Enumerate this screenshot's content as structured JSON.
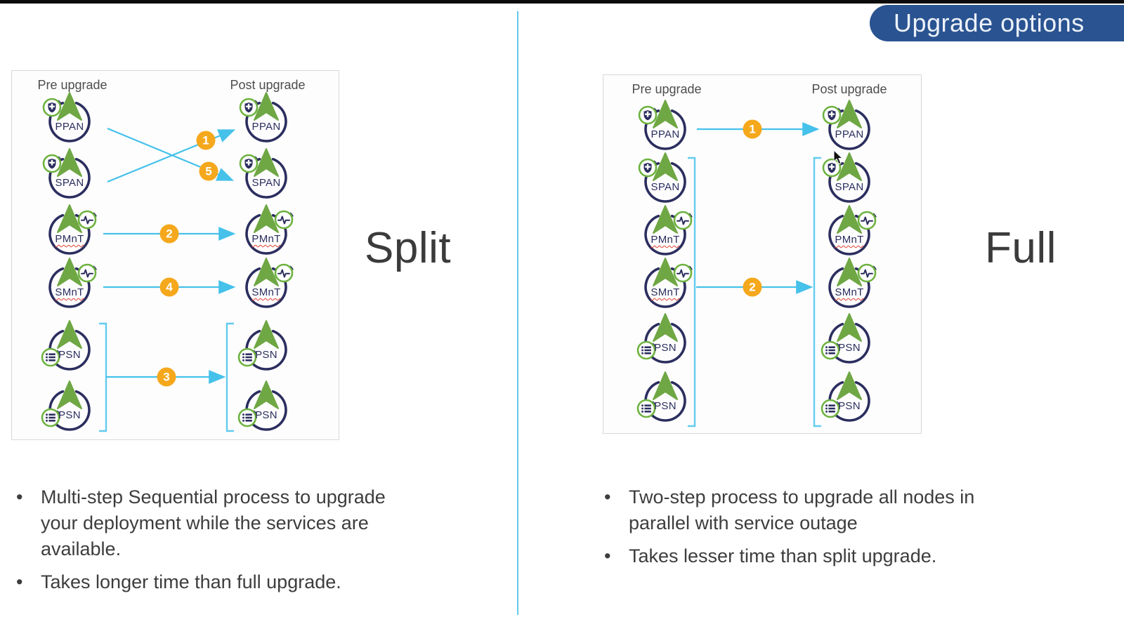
{
  "banner": {
    "label": "Upgrade options"
  },
  "icons": {
    "admin_badge": "shield-icon",
    "monitoring_badge": "pulse-icon",
    "psn_badge": "list-icon",
    "node_logo": "ise-arrow-icon",
    "step_marker": "numbered-circle-badge",
    "pointer": "mouse-cursor-icon"
  },
  "colors": {
    "banner_blue": "#2a5391",
    "node_green": "#6fa744",
    "node_navy": "#2b2e5e",
    "badge_ring_green": "#6db23f",
    "arrow_blue": "#45c1ea",
    "bracket_cyan": "#62cbee",
    "step_orange": "#f5a81c",
    "divider_cyan": "#62c9ee",
    "spellcheck_red": "#e0402f"
  },
  "panels": {
    "split": {
      "title": "Split",
      "pre_header": "Pre upgrade",
      "post_header": "Post upgrade",
      "nodes": [
        {
          "label": "PPAN",
          "type": "admin",
          "spellcheck_underline": false
        },
        {
          "label": "SPAN",
          "type": "admin",
          "spellcheck_underline": false
        },
        {
          "label": "PMnT",
          "type": "monitoring",
          "spellcheck_underline": true
        },
        {
          "label": "SMnT",
          "type": "monitoring",
          "spellcheck_underline": true
        },
        {
          "label": "PSN",
          "type": "psn",
          "spellcheck_underline": false
        },
        {
          "label": "PSN",
          "type": "psn",
          "spellcheck_underline": false
        }
      ],
      "steps": {
        "span_to_ppan": "1",
        "pmnt": "2",
        "psn_group": "3",
        "smnt": "4",
        "ppan_to_span": "5"
      },
      "bullets": [
        "Multi-step Sequential process to upgrade your deployment while the services are available.",
        "Takes longer time than full upgrade."
      ]
    },
    "full": {
      "title": "Full",
      "pre_header": "Pre upgrade",
      "post_header": "Post upgrade",
      "nodes": [
        {
          "label": "PPAN",
          "type": "admin",
          "spellcheck_underline": false
        },
        {
          "label": "SPAN",
          "type": "admin",
          "spellcheck_underline": false
        },
        {
          "label": "PMnT",
          "type": "monitoring",
          "spellcheck_underline": true
        },
        {
          "label": "SMnT",
          "type": "monitoring",
          "spellcheck_underline": true
        },
        {
          "label": "PSN",
          "type": "psn",
          "spellcheck_underline": false
        },
        {
          "label": "PSN",
          "type": "psn",
          "spellcheck_underline": false
        }
      ],
      "steps": {
        "ppan": "1",
        "group": "2"
      },
      "bullets": [
        "Two-step process to upgrade all nodes in parallel with service outage",
        "Takes lesser time than split upgrade."
      ]
    }
  }
}
